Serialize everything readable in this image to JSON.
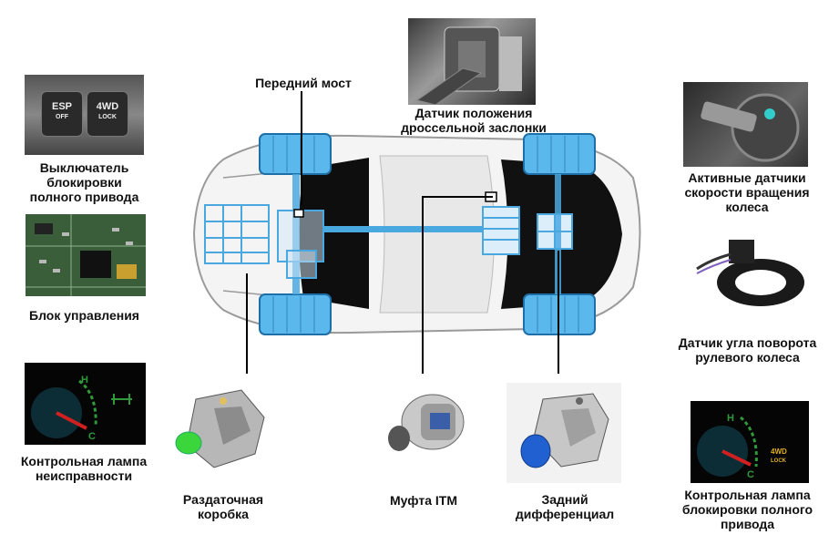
{
  "labels": {
    "front_axle": "Передний мост",
    "throttle_sensor": "Датчик положения\nдроссельной заслонки",
    "lock_switch": "Выключатель\nблокировки\nполного привода",
    "control_unit": "Блок управления",
    "fault_lamp": "Контрольная лампа\nнеисправности",
    "wheel_speed": "Активные датчики\nскорости вращения\nколеса",
    "steering_angle": "Датчик угла поворота\nрулевого колеса",
    "lock_lamp": "Контрольная лампа\nблокировки полного\nпривода",
    "transfer_case": "Раздаточная\nкоробка",
    "itm_coupling": "Муфта ITM",
    "rear_diff": "Задний\nдифференциал"
  },
  "switch_panel": {
    "esp_label": "ESP",
    "esp_sub": "OFF",
    "awd_label": "4WD",
    "awd_sub": "LOCK"
  },
  "gauge": {
    "hot": "H",
    "cold": "C",
    "lamp_text_line1": "4WD",
    "lamp_text_line2": "LOCK"
  },
  "colors": {
    "drivetrain_blue": "#4aa8e0",
    "wheel_blue": "#5bb8ec",
    "body_dark": "#0e0e0e",
    "gauge_red": "#d02020",
    "gauge_green": "#2f9a3a"
  }
}
